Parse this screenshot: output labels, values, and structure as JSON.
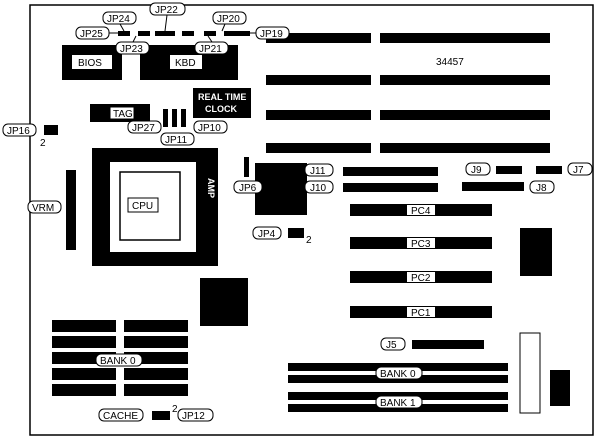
{
  "board_id": "34457",
  "chips": {
    "bios": "BIOS",
    "kbd": "KBD",
    "tag": "TAG",
    "rtc_line1": "REAL TIME",
    "rtc_line2": "CLOCK",
    "cpu": "CPU",
    "socket_brand": "AMP"
  },
  "jumpers": {
    "jp25": "JP25",
    "jp24": "JP24",
    "jp23": "JP23",
    "jp22": "JP22",
    "jp21": "JP21",
    "jp20": "JP20",
    "jp19": "JP19",
    "jp16": "JP16",
    "jp27": "JP27",
    "jp11": "JP11",
    "jp10": "JP10",
    "jp6": "JP6",
    "jp4": "JP4",
    "jp12": "JP12"
  },
  "connectors": {
    "j11": "J11",
    "j10": "J10",
    "j9": "J9",
    "j8": "J8",
    "j7": "J7",
    "j5": "J5",
    "vrm": "VRM"
  },
  "slots": {
    "pc1": "PC1",
    "pc2": "PC2",
    "pc3": "PC3",
    "pc4": "PC4"
  },
  "memory": {
    "cache_bank": "BANK 0",
    "cache": "CACHE",
    "simm_bank0": "BANK 0",
    "simm_bank1": "BANK 1"
  },
  "pin_one": {
    "jp16": "2",
    "jp4": "2",
    "jp12": "2"
  }
}
